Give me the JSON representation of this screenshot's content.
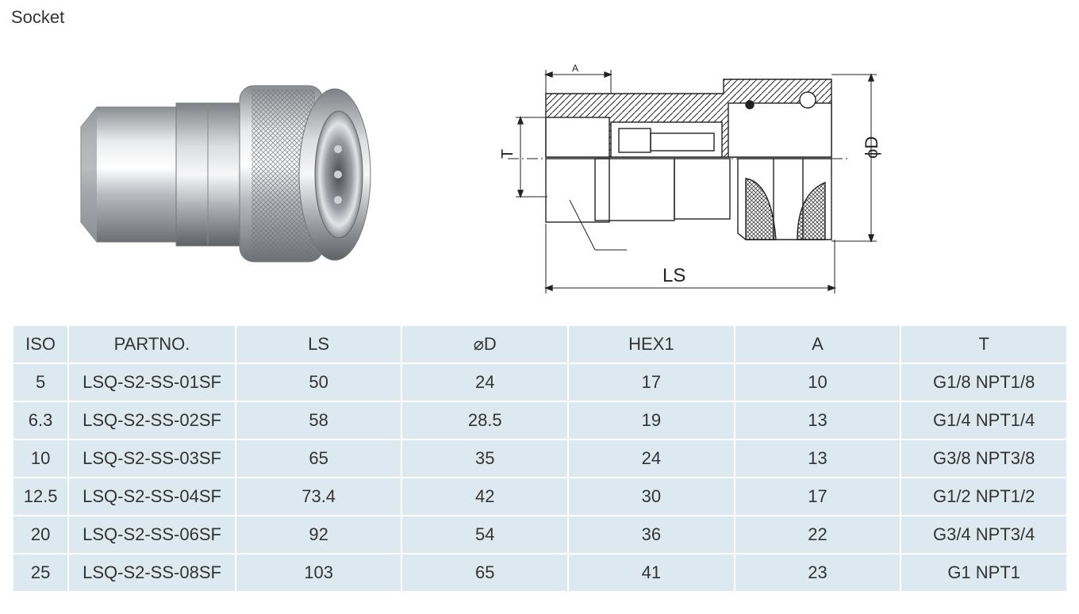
{
  "page": {
    "title": "Socket"
  },
  "drawing": {
    "label_a": "A",
    "label_t": "T",
    "label_d": "ϕD",
    "label_ls": "LS"
  },
  "table": {
    "headers": [
      "ISO",
      "PARTNO.",
      "LS",
      "⌀D",
      "HEX1",
      "A",
      "T"
    ],
    "rows": [
      [
        "5",
        "LSQ-S2-SS-01SF",
        "50",
        "24",
        "17",
        "10",
        "G1/8 NPT1/8"
      ],
      [
        "6.3",
        "LSQ-S2-SS-02SF",
        "58",
        "28.5",
        "19",
        "13",
        "G1/4 NPT1/4"
      ],
      [
        "10",
        "LSQ-S2-SS-03SF",
        "65",
        "35",
        "24",
        "13",
        "G3/8 NPT3/8"
      ],
      [
        "12.5",
        "LSQ-S2-SS-04SF",
        "73.4",
        "42",
        "30",
        "17",
        "G1/2 NPT1/2"
      ],
      [
        "20",
        "LSQ-S2-SS-06SF",
        "92",
        "54",
        "36",
        "22",
        "G3/4 NPT3/4"
      ],
      [
        "25",
        "LSQ-S2-SS-08SF",
        "103",
        "65",
        "41",
        "23",
        "G1 NPT1"
      ]
    ]
  }
}
